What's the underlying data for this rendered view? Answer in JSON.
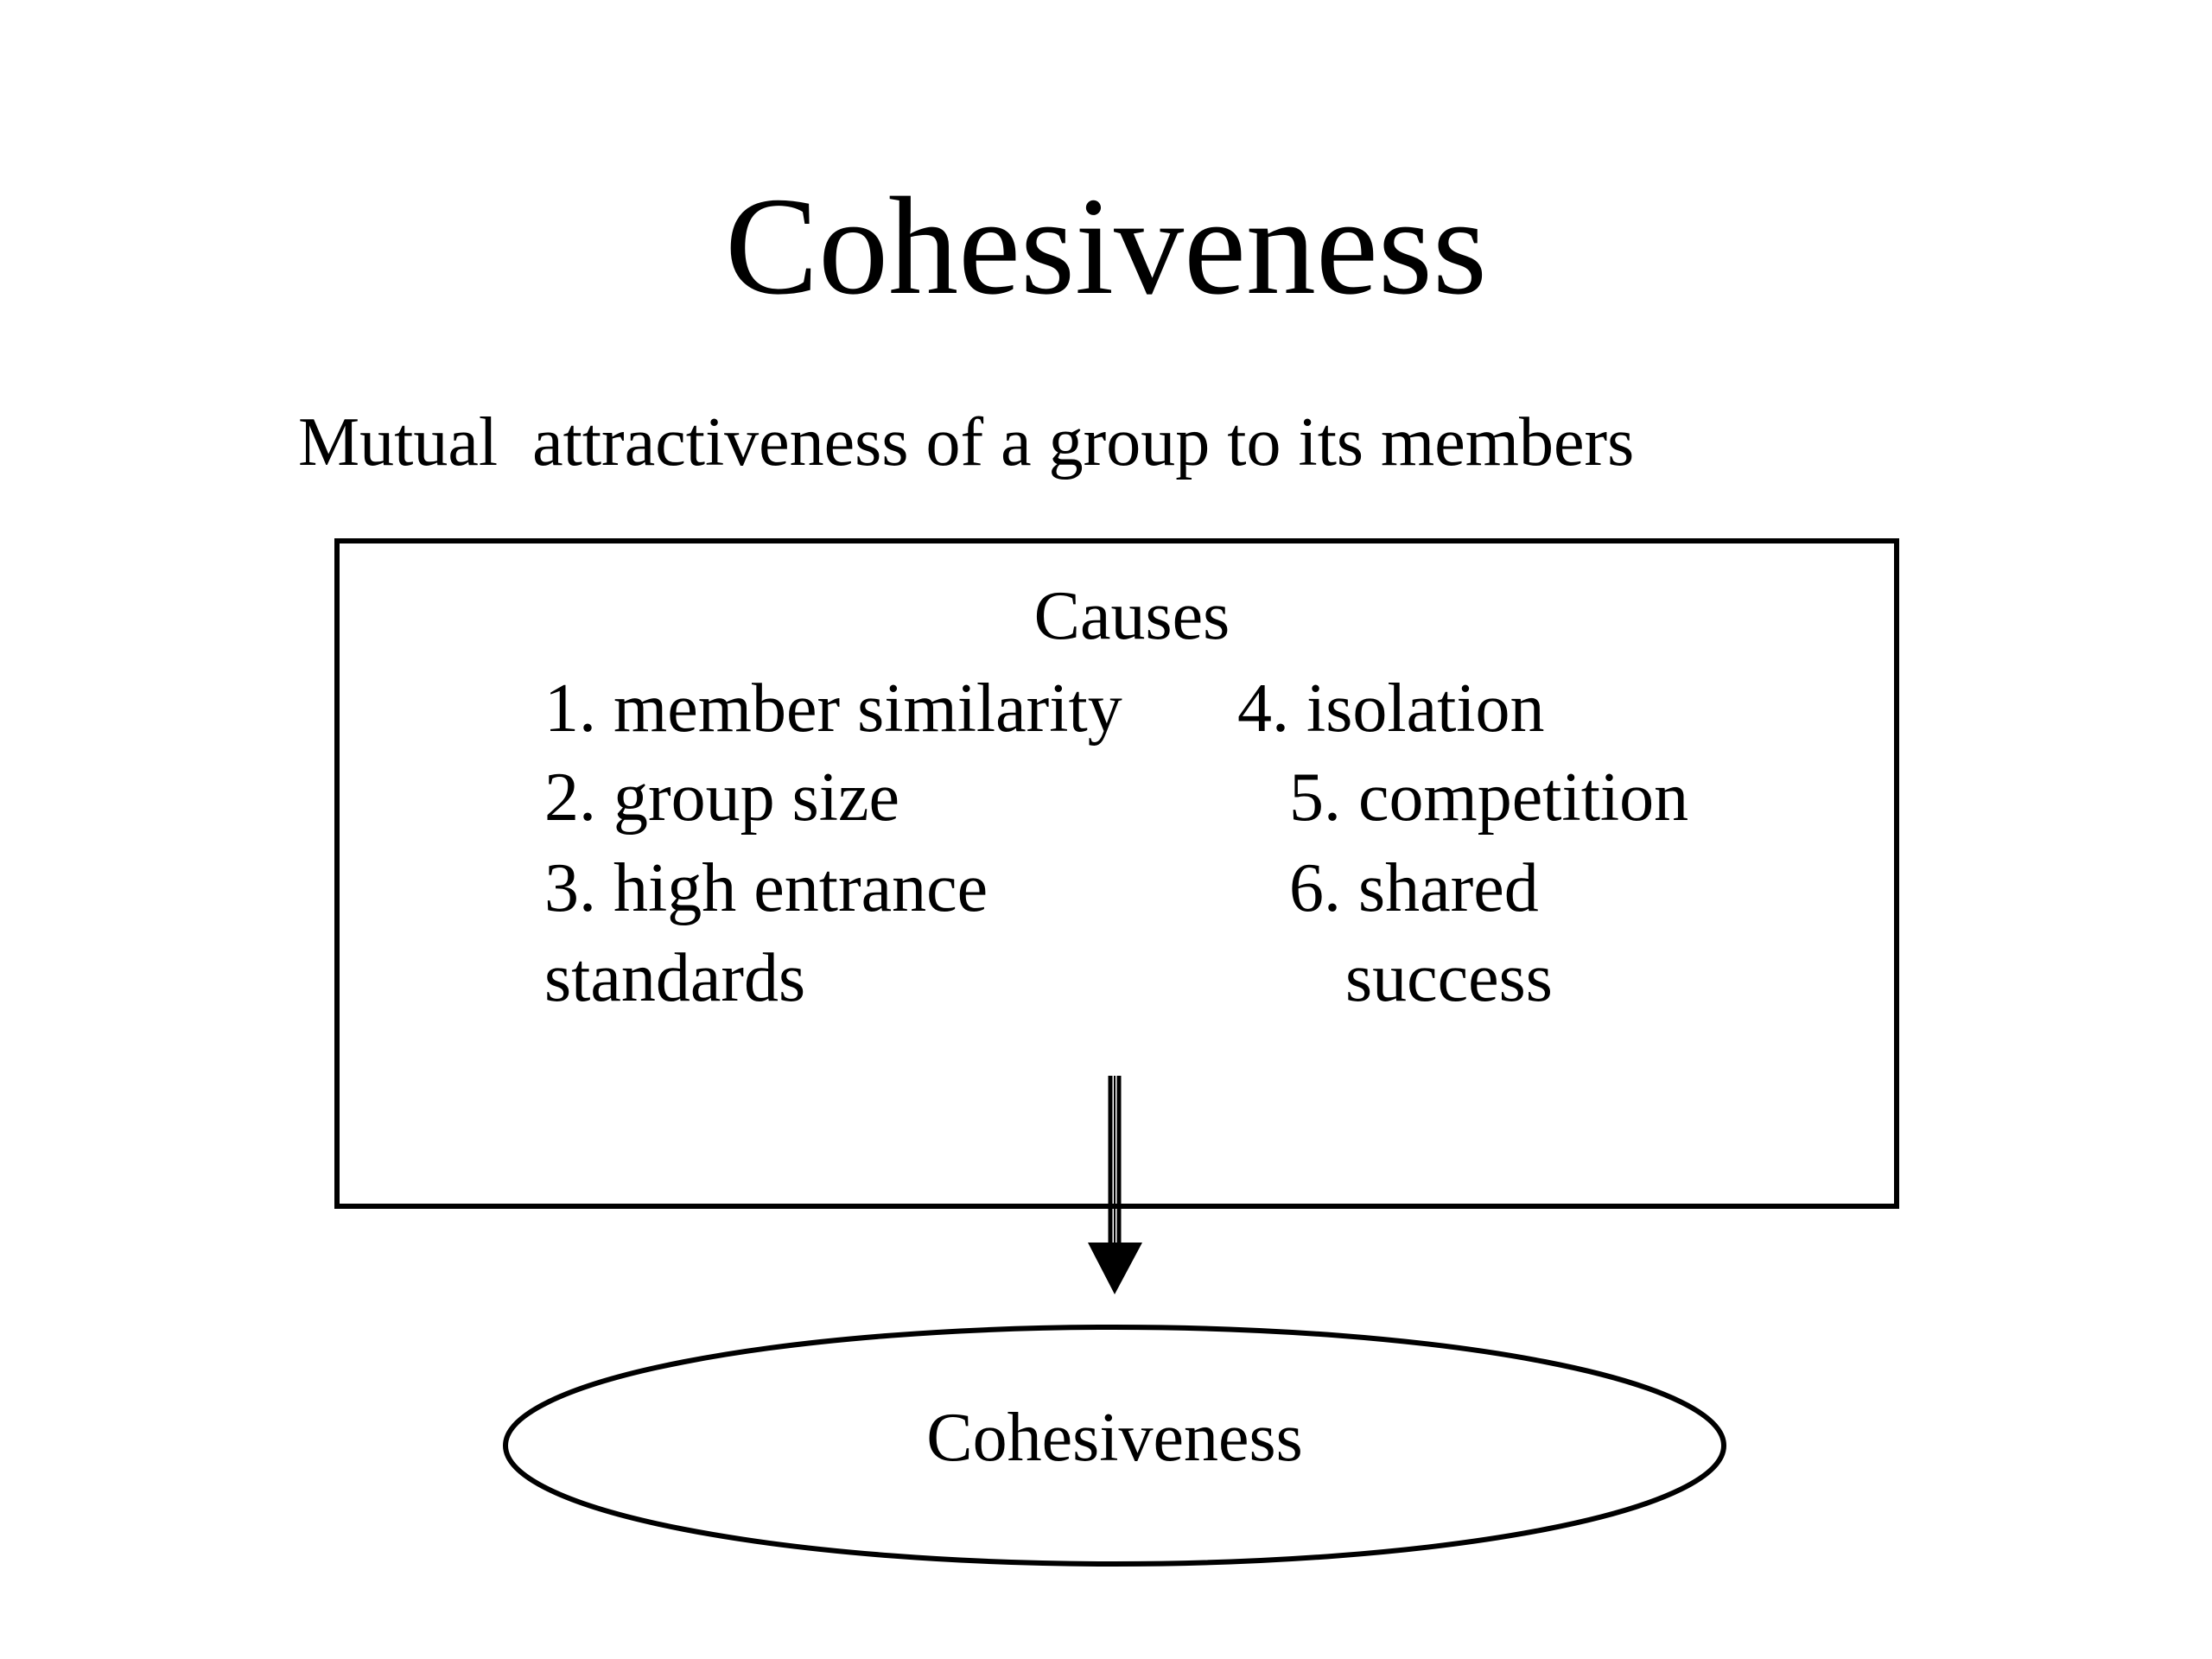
{
  "slide": {
    "title": "Cohesiveness",
    "subtitle": "Mutual  attractiveness of a group to its members"
  },
  "causes_box": {
    "heading": "Causes",
    "items": [
      "1. member similarity",
      "2. group size",
      "3. high entrance",
      "standards",
      "4. isolation",
      "5. competition",
      "6. shared",
      "success"
    ]
  },
  "result": {
    "label": "Cohesiveness"
  },
  "colors": {
    "foreground": "#000000",
    "background": "#ffffff"
  }
}
